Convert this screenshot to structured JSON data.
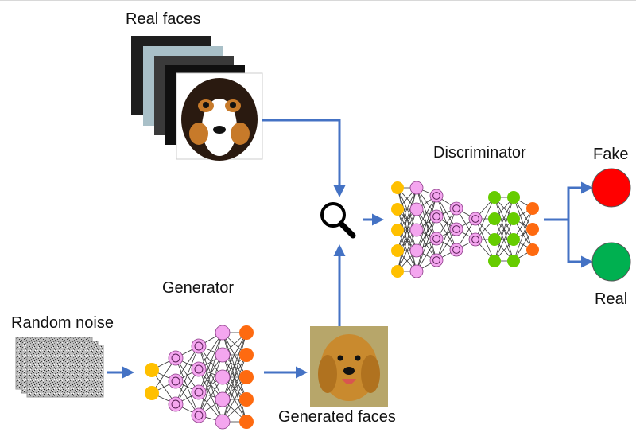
{
  "labels": {
    "real_faces": "Real faces",
    "discriminator": "Discriminator",
    "fake": "Fake",
    "real": "Real",
    "generator": "Generator",
    "random_noise": "Random noise",
    "generated_faces": "Generated faces"
  },
  "colors": {
    "arrow": "#4472c4",
    "node_yellow": "#ffc000",
    "node_pink": "#f4a6ef",
    "node_green": "#66cc00",
    "node_orange": "#fe6a10",
    "fake_circle": "#ff0000",
    "real_circle": "#00b050"
  },
  "icons": {
    "magnifier": "magnifier-icon"
  }
}
